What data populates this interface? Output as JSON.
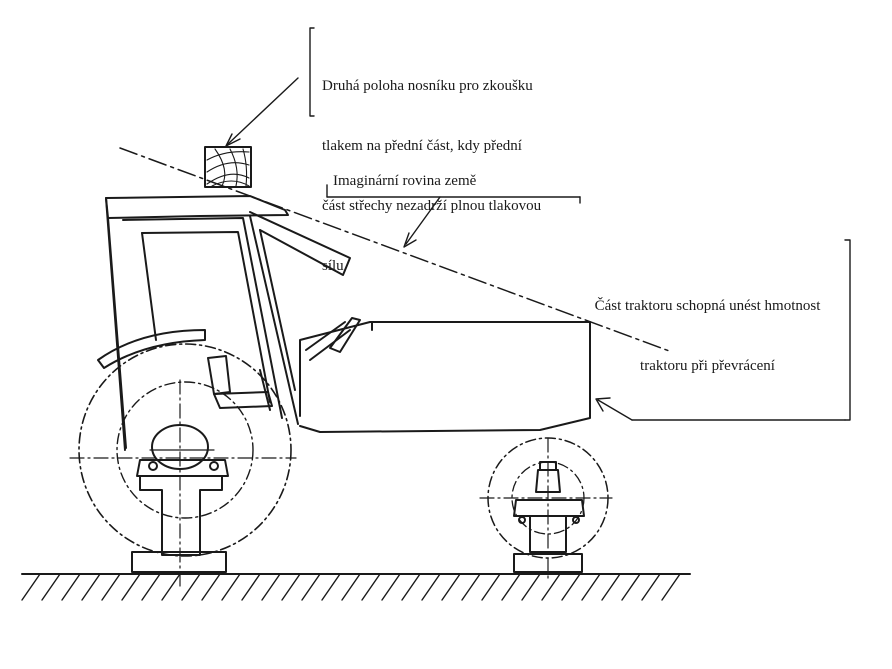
{
  "labels": {
    "beam_position": {
      "lines": [
        "Druhá poloha nosníku pro zkoušku",
        "tlakem na přední část, kdy přední",
        "část střechy nezadrží plnou tlakovou",
        "sílu"
      ]
    },
    "imaginary_ground_plane": "Imaginární rovina země",
    "load_bearing_part": {
      "lines": [
        "Část traktoru schopná unést hmotnost",
        "traktoru při převrácení"
      ]
    }
  }
}
